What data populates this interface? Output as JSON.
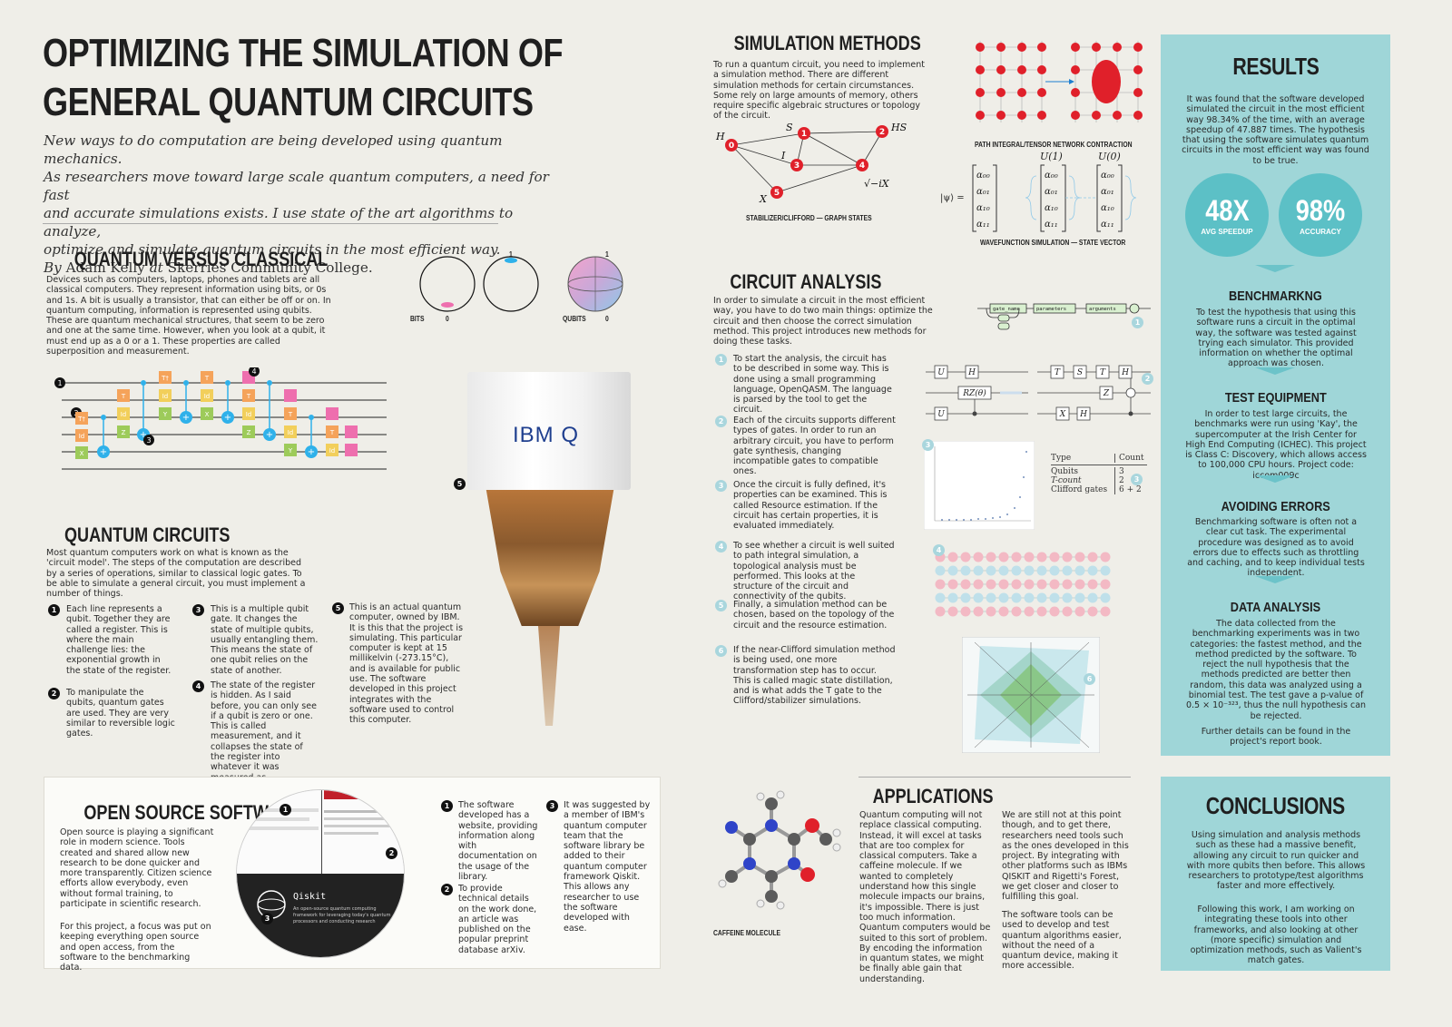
{
  "header": {
    "title_line1": "OPTIMIZING THE SIMULATION OF",
    "title_line2": "GENERAL QUANTUM CIRCUITS",
    "intro_1": "New ways to do computation are being developed using quantum mechanics.",
    "intro_2": "As researchers move toward large scale quantum computers, a need for fast",
    "intro_3": "and accurate simulations exists. I use state of the art algorithms to analyze,",
    "intro_4": "optimize and simulate quantum circuits in the most efficient way.",
    "byline_prefix": "By",
    "author": "Adam Kelly",
    "byline_at": "at",
    "school": "Skerries Community College."
  },
  "qvc": {
    "heading": "QUANTUM VERSUS CLASSICAL",
    "text": "Devices such as computers, laptops, phones and tablets are all classical computers. They represent information using bits, or 0s and 1s. A bit is usually a transistor, that can either be off or on. In quantum computing, information is represented using qubits. These are quantum mechanical structures, that seem to be zero and one at the same time. However, when you look at a qubit, it must end up as a 0 or a 1. These properties are called superposition and measurement.",
    "bits_label": "BITS",
    "qubits_label": "QUBITS",
    "zero": "0",
    "one": "1"
  },
  "circuits": {
    "heading": "QUANTUM CIRCUITS",
    "text": "Most quantum computers work on what is known as the 'circuit model'. The steps of the computation are described by a series of operations, similar to classical logic gates. To be able to simulate a general circuit, you must implement a number of things.",
    "items": [
      {
        "n": "1",
        "text": "Each line represents a qubit. Together they are called a register. This is where the main challenge lies: the exponential growth in the state of the register."
      },
      {
        "n": "2",
        "text": "To manipulate the qubits, quantum gates are used. They are very similar to reversible logic gates."
      },
      {
        "n": "3",
        "text": "This is a multiple qubit gate. It changes the state of multiple qubits, usually entangling them. This means the state of one qubit relies on the state of another."
      },
      {
        "n": "4",
        "text": "The state of the register is hidden. As I said before, you can only see if a qubit is zero or one. This is called measurement, and it collapses the state of the register into whatever it was measured as."
      },
      {
        "n": "5",
        "text": "This is an actual quantum computer, owned by IBM. It is this that the project is simulating. This particular computer is kept at 15 millikelvin (-273.15°C), and is available for public use. The software developed in this project integrates with the software used to control this computer."
      }
    ],
    "ibm_logo": "IBM Q"
  },
  "gates": {
    "labels": [
      "T",
      "T†",
      "Id",
      "X",
      "Z",
      "Y",
      "H"
    ]
  },
  "oss": {
    "heading": "OPEN SOURCE SOFTWARE",
    "text1": "Open source is playing a significant role in modern science. Tools created and shared allow new research to be done quicker and more transparently. Citizen science efforts allow everybody, even without formal training, to participate in scientific research.",
    "text2": "For this project, a focus was put on keeping everything open source and open access, from the software to the benchmarking data.",
    "items": [
      {
        "n": "1",
        "text": "The software developed has a website, providing information along with documentation on the usage of the library."
      },
      {
        "n": "2",
        "text": "To provide technical details on the work done, an article was published on the popular preprint database arXiv."
      },
      {
        "n": "3",
        "text": "It was suggested by a member of IBM's quantum computer team that the software library be added to their quantum computer framework Qiskit. This allows any researcher to use the software developed with ease."
      }
    ],
    "screen_qiskit": "Qiskit",
    "screen_sub": "An open-source quantum computing framework for leveraging today's quantum processors and conducting research"
  },
  "sim": {
    "heading": "SIMULATION METHODS",
    "text": "To run a quantum circuit, you need to implement a simulation method. There are different simulation methods for certain circumstances. Some rely on large amounts of memory, others require specific algebraic structures or topology of the circuit.",
    "cap_path": "PATH INTEGRAL/TENSOR NETWORK CONTRACTION",
    "cap_graph": "STABILIZER/CLIFFORD — GRAPH STATES",
    "cap_wave": "WAVEFUNCTION SIMULATION — STATE VECTOR",
    "u1": "U(1)",
    "u0": "U(0)",
    "ket": "|ψ⟩  =",
    "node_labels": [
      "H",
      "S",
      "HS",
      "I",
      "X",
      "√−iX"
    ]
  },
  "analysis": {
    "heading": "CIRCUIT ANALYSIS",
    "text": "In order to simulate a circuit in the most efficient way, you have to do two main things: optimize the circuit and then choose the correct simulation method. This project introduces new methods for doing these tasks.",
    "items": [
      {
        "n": "1",
        "text": "To start the analysis, the circuit has to be described in some way. This is done using a small programming language, OpenQASM. The language is parsed by the tool to get the circuit."
      },
      {
        "n": "2",
        "text": "Each of the circuits supports different types of gates. In order to run an arbitrary circuit, you have to perform gate synthesis, changing incompatible gates to compatible ones."
      },
      {
        "n": "3",
        "text": "Once the circuit is fully defined, it's properties can be examined. This is called Resource estimation. If the circuit has certain properties, it is evaluated immediately."
      },
      {
        "n": "4",
        "text": "To see whether a circuit is well suited to path integral simulation, a topological analysis must be performed. This looks at the structure of the circuit and connectivity of the qubits."
      },
      {
        "n": "5",
        "text": "Finally, a simulation method can be chosen, based on the topology of the circuit and the resource estimation."
      },
      {
        "n": "6",
        "text": "If the near-Clifford simulation method is being used, one more transformation step has to occur. This is called magic state distillation, and is what adds the T gate to the Clifford/stabilizer simulations."
      }
    ],
    "syntax": {
      "gate_name": "gate_name",
      "parameters": "parameters",
      "arguments": "arguments"
    },
    "table": {
      "headers": [
        "Type",
        "Count"
      ],
      "rows": [
        [
          "Qubits",
          "3"
        ],
        [
          "T-count",
          "2"
        ],
        [
          "Clifford gates",
          "6 + 2"
        ]
      ]
    },
    "rz": "RZ(θ)"
  },
  "applications": {
    "heading": "APPLICATIONS",
    "col1": "Quantum computing will not replace classical computing. Instead, it will excel at tasks that are too complex for classical computers. Take a caffeine molecule. If we wanted to completely understand how this single molecule impacts our brains, it's impossible. There is just too much information. Quantum computers would be suited to this sort of problem. By encoding the information in quantum states, we might be finally able gain that understanding.",
    "col2a": "We are still not at this point though, and to get there, researchers need tools such as the ones developed in this project. By integrating with other platforms such as IBMs QISKIT and Rigetti's Forest, we get closer and closer to fulfilling this goal.",
    "col2b": "The software tools can be used to develop and test quantum algorithms easier, without the need of a quantum device, making it more accessible.",
    "caffeine_label": "CAFFEINE MOLECULE"
  },
  "results": {
    "heading": "RESULTS",
    "text": "It was found that the software developed simulated the circuit in the most efficient way 98.34% of the time, with an average speedup of 47.887 times. The hypothesis that using the software simulates quantum circuits in the most efficient way was found to be true.",
    "stat1_value": "48X",
    "stat1_label": "AVG SPEEDUP",
    "stat2_value": "98%",
    "stat2_label": "ACCURACY",
    "bench_heading": "BENCHMARKNG",
    "bench_text": "To test the hypothesis that using this software runs a circuit in the optimal way, the software was tested against trying each simulator. This provided information on whether the optimal approach was chosen.",
    "equip_heading": "TEST EQUIPMENT",
    "equip_text": "In order to test large circuits, the benchmarks were run using 'Kay', the supercomputer at the Irish Center for High End Computing (ICHEC). This project is Class C: Discovery, which allows access to 100,000 CPU hours. Project code: iccom009c",
    "errors_heading": "AVOIDING ERRORS",
    "errors_text": "Benchmarking software is often not a clear cut task. The experimental procedure was designed as to avoid errors due to effects such as throttling and caching, and to keep individual tests independent.",
    "data_heading": "DATA ANALYSIS",
    "data_text": "The data collected from the benchmarking experiments was in two categories: the fastest method, and the method predicted by the software. To reject the null hypothesis that the methods predicted are better then random, this data was analyzed using a binomial test. The test gave a p-value of 0.5 × 10⁻³²³, thus the null hypothesis can be rejected.",
    "further": "Further details can be found in the project's report book."
  },
  "conclusions": {
    "heading": "CONCLUSIONS",
    "text1": "Using simulation and analysis methods such as these had a massive benefit, allowing any circuit to run quicker and with more qubits then before. This allows researchers to prototype/test algorithms faster and more effectively.",
    "text2": "Following this work, I am working on integrating these tools into other frameworks, and also looking at other (more specific) simulation and optimization methods, such as Valient's match gates."
  },
  "colors": {
    "background": "#efeee8",
    "panel_teal": "#9fd6d8",
    "stat_teal": "#5cc0c6",
    "node_red": "#e0202a",
    "gate_orange": "#f5a35a",
    "gate_yellow": "#f2cf5b",
    "gate_green": "#9dcb5a",
    "gate_blue": "#2fb1ea",
    "gate_pink": "#ee6fae"
  }
}
